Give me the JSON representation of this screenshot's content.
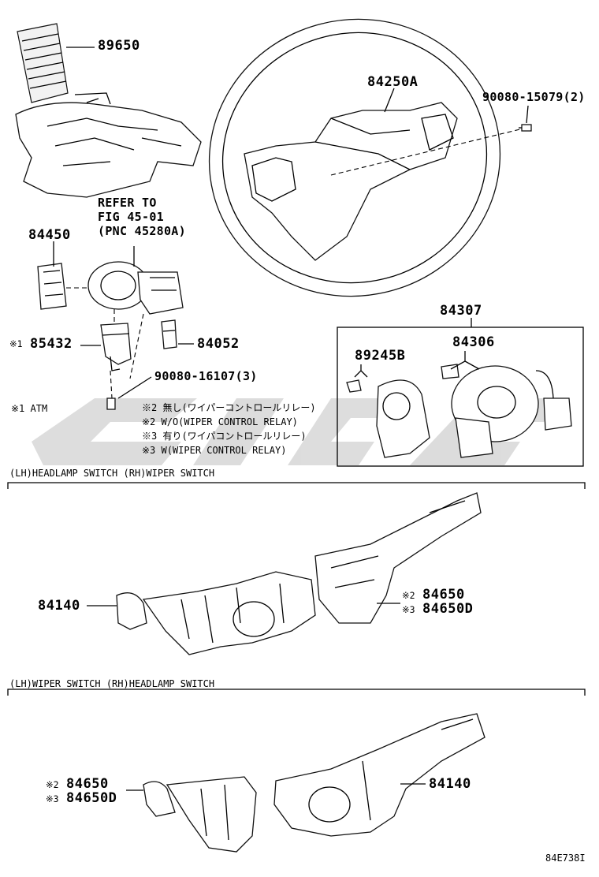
{
  "diagram_code": "84E738I",
  "parts": {
    "p89650": "89650",
    "p84250A": "84250A",
    "p90080_15079": "90080-15079(2)",
    "p84450": "84450",
    "p85432": "85432",
    "p84052": "84052",
    "p90080_16107": "90080-16107(3)",
    "p84307": "84307",
    "p84306": "84306",
    "p89245B": "89245B",
    "p84140_a": "84140",
    "p84650_a": "84650",
    "p84650D_a": "84650D",
    "p84650_b": "84650",
    "p84650D_b": "84650D",
    "p84140_b": "84140"
  },
  "refer": {
    "line1": "REFER TO",
    "line2": "FIG 45-01",
    "line3": "(PNC 45280A)"
  },
  "marks": {
    "m1": "※1",
    "m2": "※2",
    "m3": "※3"
  },
  "notes": {
    "atm": "※1 ATM",
    "n2_jp": "※2 無し(ワイパーコントロールリレー)",
    "n2_en": "※2 W/O(WIPER CONTROL RELAY)",
    "n3_jp": "※3 有り(ワイパコントロールリレー)",
    "n3_en": "※3 W(WIPER CONTROL RELAY)"
  },
  "sections": {
    "upper": "(LH)HEADLAMP SWITCH  (RH)WIPER SWITCH",
    "lower": "(LH)WIPER SWITCH  (RH)HEADLAMP SWITCH"
  }
}
